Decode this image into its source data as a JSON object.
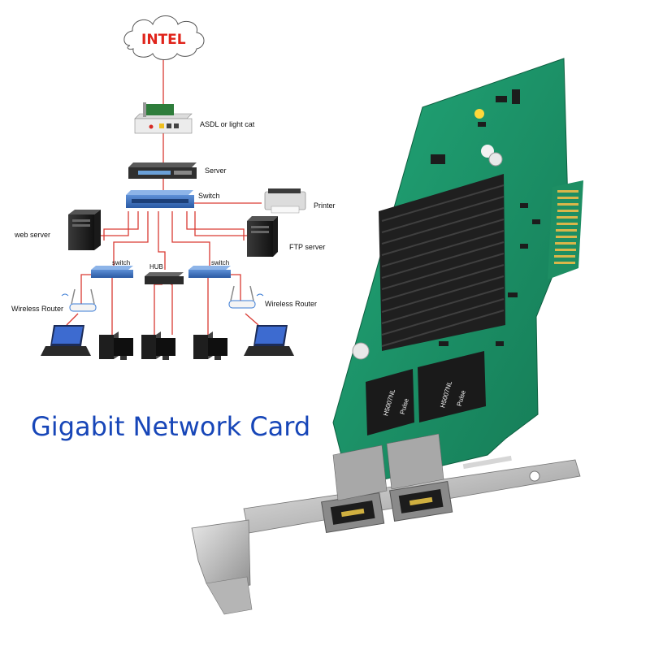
{
  "headline": "Gigabit Network Card",
  "diagram": {
    "cloud_label": "INTEL",
    "labels": {
      "modem": "ASDL or light cat",
      "server": "Server",
      "switch_main": "Switch",
      "printer": "Printer",
      "web_server": "web server",
      "ftp_server": "FTP server",
      "switch_left": "switch",
      "hub": "HUB",
      "switch_right": "switch",
      "router_left": "Wireless Router",
      "router_right": "Wireless Router"
    }
  },
  "product": {
    "chip_labels": [
      "H5007NL",
      "H5007NL"
    ],
    "chip_brand": "Pulse",
    "ports": 2
  },
  "colors": {
    "headline": "#1746b8",
    "cloud_text": "#e0241b",
    "links": "#d93a33",
    "pcb": "#1d9a6c",
    "heatsink": "#222222",
    "bracket": "#c9c9c9"
  }
}
